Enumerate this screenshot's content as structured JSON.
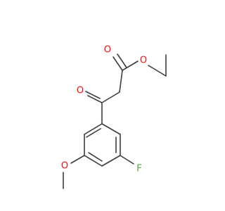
{
  "structure": {
    "atoms": {
      "ester_O": {
        "label": "O",
        "color": "#ff0d0d"
      },
      "carbonyl_O_ester": {
        "label": "O",
        "color": "#ff0d0d"
      },
      "ketone_O": {
        "label": "O",
        "color": "#ff0d0d"
      },
      "fluorine": {
        "label": "F",
        "color": "#55a83a"
      },
      "methoxy_O": {
        "label": "O",
        "color": "#ff0d0d"
      }
    },
    "bond_color": "#3c3c3c"
  }
}
